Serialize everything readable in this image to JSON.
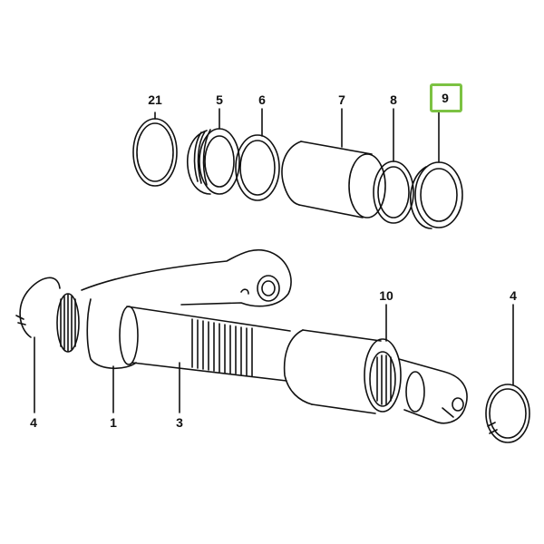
{
  "diagram": {
    "highlight_color": "#7cc243",
    "line_color": "#111111",
    "selected_part": "9",
    "callouts": [
      {
        "id": "21",
        "label": "21"
      },
      {
        "id": "5",
        "label": "5"
      },
      {
        "id": "6",
        "label": "6"
      },
      {
        "id": "7",
        "label": "7"
      },
      {
        "id": "8",
        "label": "8"
      },
      {
        "id": "9",
        "label": "9"
      },
      {
        "id": "10",
        "label": "10"
      },
      {
        "id": "4a",
        "label": "4"
      },
      {
        "id": "4b",
        "label": "4"
      },
      {
        "id": "1",
        "label": "1"
      },
      {
        "id": "3",
        "label": "3"
      }
    ]
  }
}
